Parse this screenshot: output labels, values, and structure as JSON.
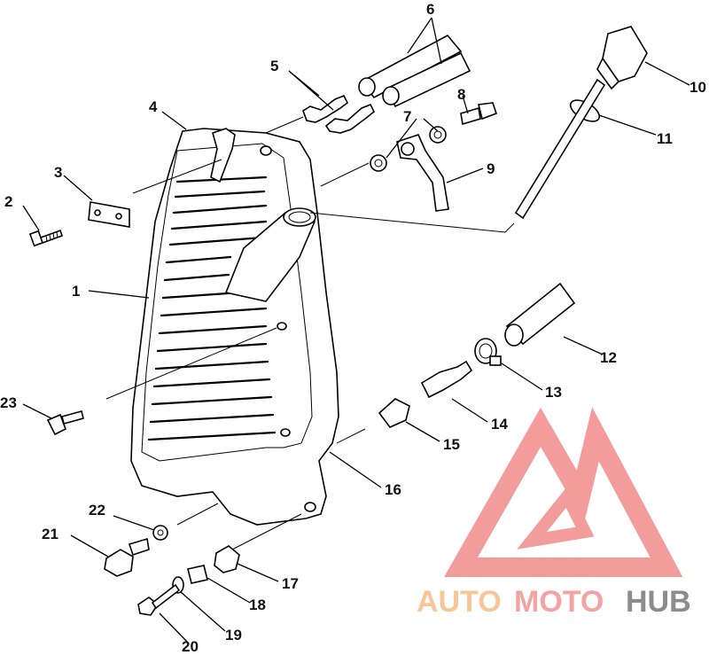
{
  "callouts": [
    "1",
    "2",
    "3",
    "4",
    "5",
    "6",
    "7",
    "8",
    "9",
    "10",
    "11",
    "12",
    "13",
    "14",
    "15",
    "16",
    "17",
    "18",
    "19",
    "20",
    "21",
    "22",
    "23"
  ],
  "watermark": {
    "text_part1": "AUTO",
    "text_part2": "MOTO",
    "text_part3": "HUB",
    "color_part1": "#f7c79a",
    "color_part2": "#f4a3a3",
    "color_part3": "#8c8c8c",
    "logo_color": "#f28b8b"
  }
}
